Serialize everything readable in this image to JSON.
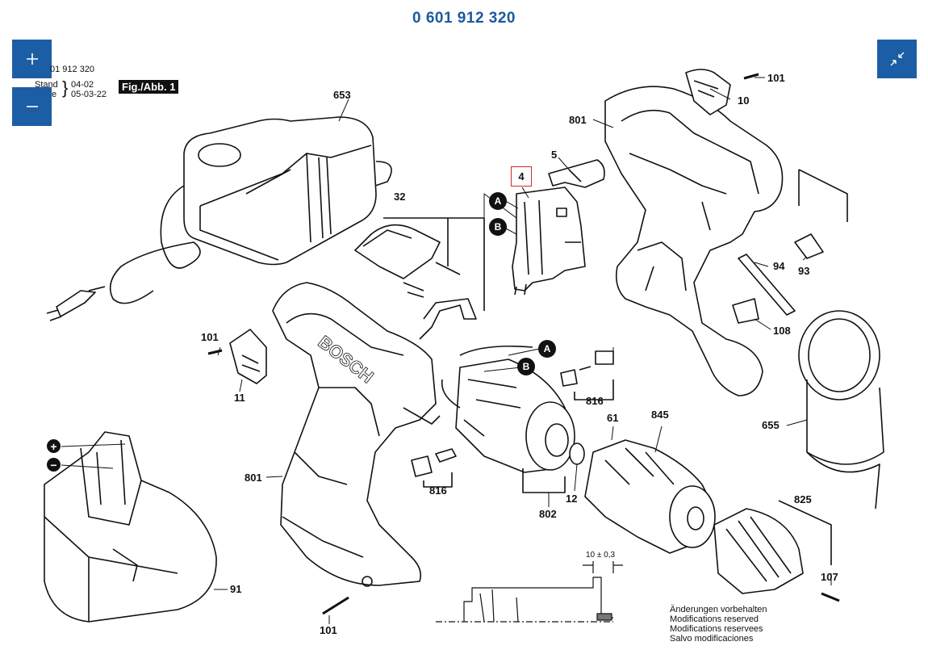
{
  "title": "0 601 912 320",
  "controls": {
    "zoom_in": "+",
    "zoom_out": "—"
  },
  "meta": {
    "number": "01 912 320",
    "stand_label": "Stand",
    "stand_value": "04-02",
    "ausgabe_label": "e",
    "ausgabe_value": "05-03-22",
    "fig": "Fig./Abb. 1"
  },
  "labels": {
    "653": "653",
    "101_top": "101",
    "10": "10",
    "801_top": "801",
    "5": "5",
    "4": "4",
    "32": "32",
    "94": "94",
    "93": "93",
    "108": "108",
    "101_left": "101",
    "11": "11",
    "816_top": "816",
    "61": "61",
    "845": "845",
    "655": "655",
    "801_bottom": "801",
    "816_bottom": "816",
    "12": "12",
    "802": "802",
    "825": "825",
    "107": "107",
    "91": "91",
    "101_bottom": "101"
  },
  "badges": {
    "a": "A",
    "b": "B",
    "plus": "+",
    "minus": "−"
  },
  "dimension": "10 ± 0,3",
  "notes": [
    "Änderungen vorbehalten",
    "Modifications reserved",
    "Modifications reservees",
    "Salvo modificaciones"
  ]
}
